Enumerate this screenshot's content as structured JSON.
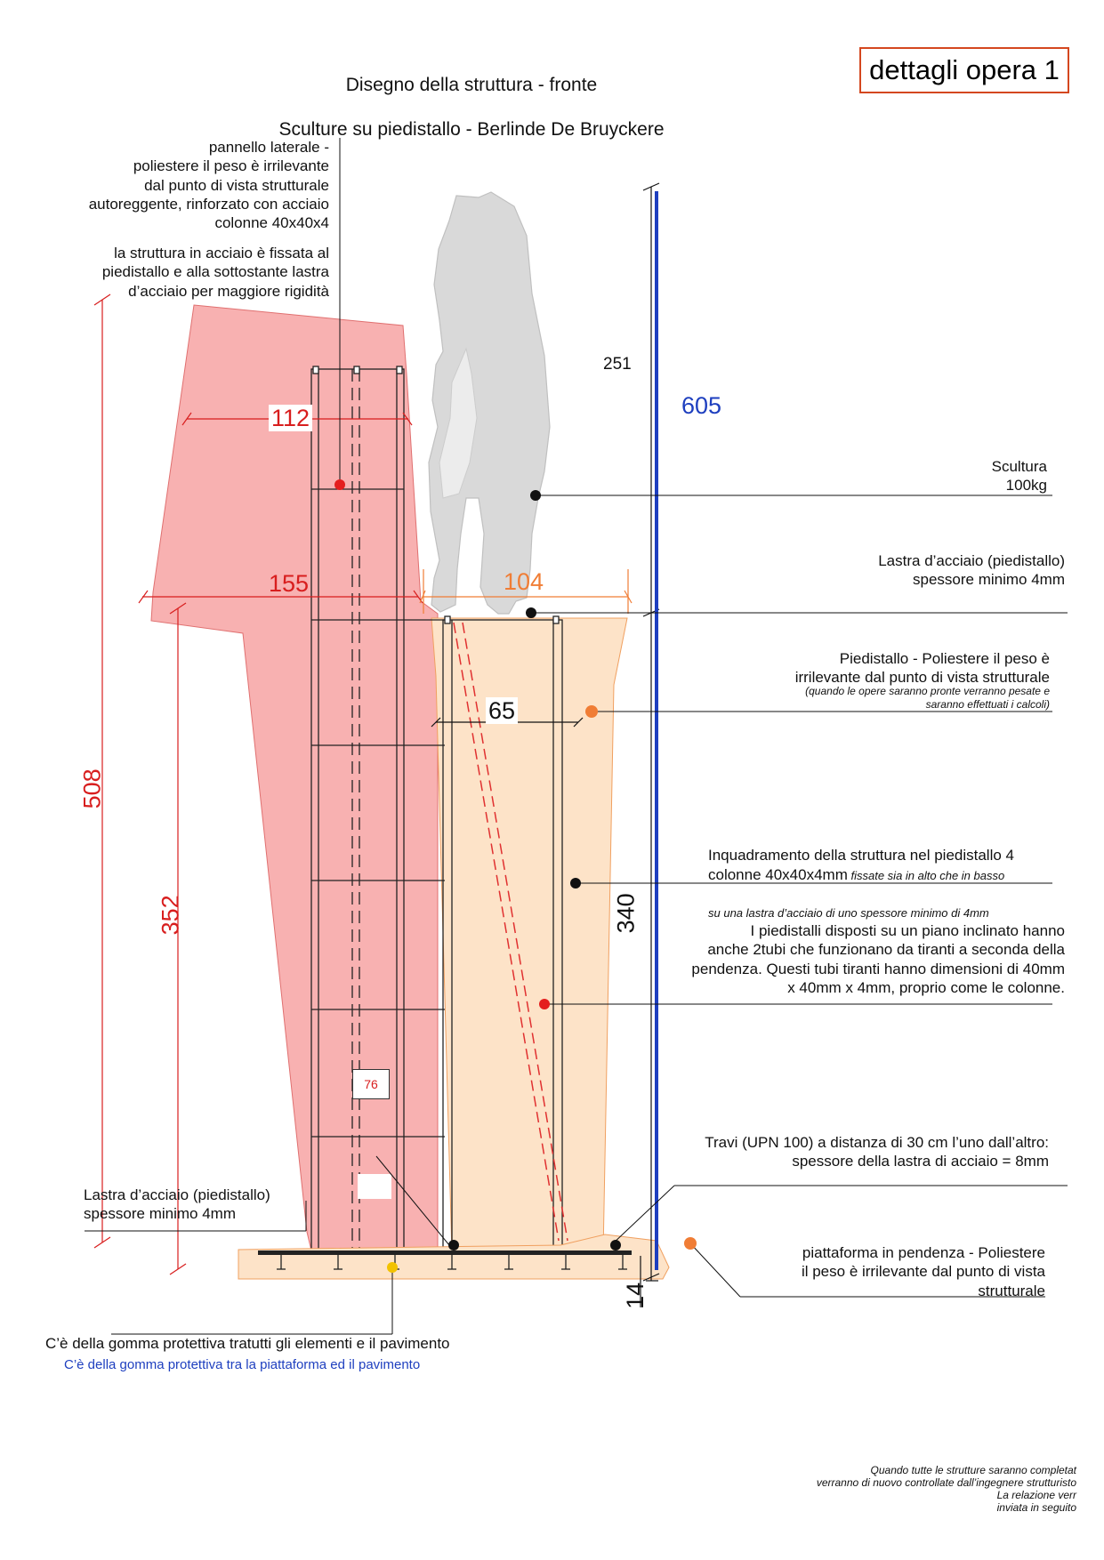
{
  "header": {
    "title_line1": "Disegno della struttura - fronte",
    "title_line2": "Sculture su piedistallo - Berlinde De Bruyckere",
    "badge": "dettagli opera 1"
  },
  "colors": {
    "red_panel": "#f7a3a3",
    "pedestal": "#fde3c8",
    "dimension_red": "#d81e1e",
    "dimension_orange": "#f07d35",
    "dimension_blue": "#1e3fbf",
    "badge_border": "#d4471f"
  },
  "dimensions": {
    "d112": "112",
    "d155": "155",
    "d104": "104",
    "d65": "65",
    "d251": "251",
    "d605": "605",
    "d508": "508",
    "d352": "352",
    "d340": "340",
    "d14": "14",
    "d76": "76"
  },
  "notes": {
    "panel_side": "pannello laterale -\npoliestere il peso è irrilevante\ndal punto di vista strutturale\nautoreggente, rinforzato con acciaio\ncolonne 40x40x4",
    "steel_fixed": "la struttura in acciaio è fissata al\npiedistallo e alla sottostante lastra\nd’acciaio per maggiore rigidità",
    "sculpture": "Scultura\n100kg",
    "steel_plate_top": "Lastra d’acciaio (piedistallo)\nspessore minimo 4mm",
    "pedestal_main": "Piedistallo - Poliestere il peso è\nirrilevante dal punto di vista strutturale",
    "pedestal_small": "(quando le opere saranno pronte verranno pesate e\nsaranno effettuati i calcoli)",
    "frame_main": "Inquadramento della struttura nel piedistallo 4\ncolonne 40x40x4mm",
    "frame_small1": "fissate sia in alto che in basso",
    "frame_small2": "su una lastra d’acciaio  di uno spessore minimo di 4mm",
    "inclined": "I piedistalli disposti su un piano inclinato hanno\nanche 2tubi che funzionano da tiranti a seconda della\npendenza. Questi tubi tiranti hanno dimensioni di 40mm\nx 40mm x 4mm, proprio come le colonne.",
    "beams": "Travi (UPN 100) a distanza di 30 cm l’uno dall’altro:\nspessore della lastra di acciaio = 8mm",
    "steel_plate_bottom": "Lastra d’acciaio (piedistallo)\nspessore minimo 4mm",
    "platform": "piattaforma in pendenza - Poliestere\nil peso è irrilevante dal punto di vista\nstrutturale",
    "rubber_black": "C’è della gomma protettiva tratutti gli elementi e il pavimento",
    "rubber_blue": "C’è della gomma protettiva tra la piattaforma ed il pavimento",
    "footer": "Quando tutte le strutture saranno completat\nverranno di nuovo controllate dall’ingegnere strutturisto\nLa relazione verr\ninviata in seguito"
  }
}
